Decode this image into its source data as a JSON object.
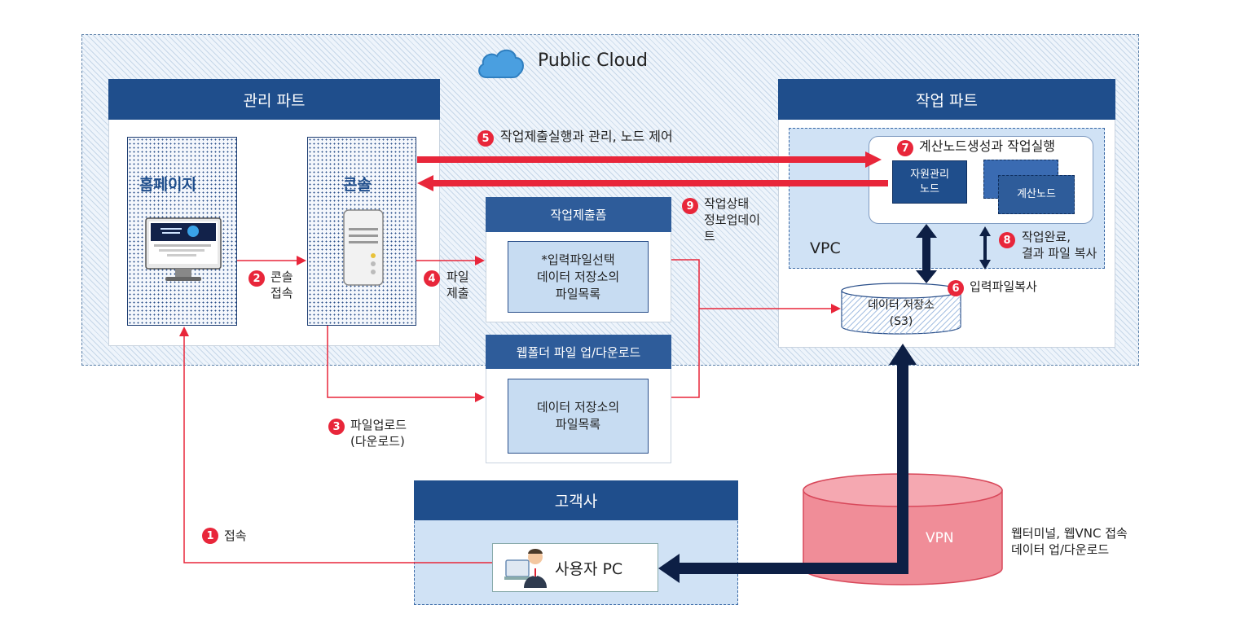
{
  "cloud": {
    "title": "Public Cloud"
  },
  "management": {
    "title": "관리 파트",
    "homepage_label": "홈페이지",
    "console_label": "콘솔"
  },
  "work": {
    "title": "작업 파트",
    "vpc_label": "VPC",
    "resource_node": "자원관리\n노드",
    "calc_node": "계산노드",
    "storage": "데이터 저장소\n(S3)"
  },
  "job_form": {
    "title": "작업제출폼",
    "body": "*입력파일선택\n데이터 저장소의\n파일목록"
  },
  "web_folder": {
    "title": "웹폴더 파일 업/다운로드",
    "body": "데이터 저장소의\n파일목록"
  },
  "client": {
    "title": "고객사",
    "user_pc": "사용자 PC"
  },
  "vpn": {
    "label": "VPN",
    "note": "웹터미널, 웹VNC 접속\n데이터 업/다운로드"
  },
  "steps": [
    {
      "num": "1",
      "text": "접속"
    },
    {
      "num": "2",
      "text": "콘솔\n접속"
    },
    {
      "num": "3",
      "text": "파일업로드\n(다운로드)"
    },
    {
      "num": "4",
      "text": "파일\n제출"
    },
    {
      "num": "5",
      "text": "작업제출실행과 관리, 노드 제어"
    },
    {
      "num": "6",
      "text": "입력파일복사"
    },
    {
      "num": "7",
      "text": "계산노드생성과 작업실행"
    },
    {
      "num": "8",
      "text": "작업완료,\n결과 파일 복사"
    },
    {
      "num": "9",
      "text": "작업상태\n정보업데이\n트"
    }
  ],
  "colors": {
    "navy": "#1f4e8c",
    "dark_navy": "#0d1f45",
    "red": "#e8263a",
    "light_blue": "#c7dcf2",
    "vpn_pink": "#f08d98"
  }
}
